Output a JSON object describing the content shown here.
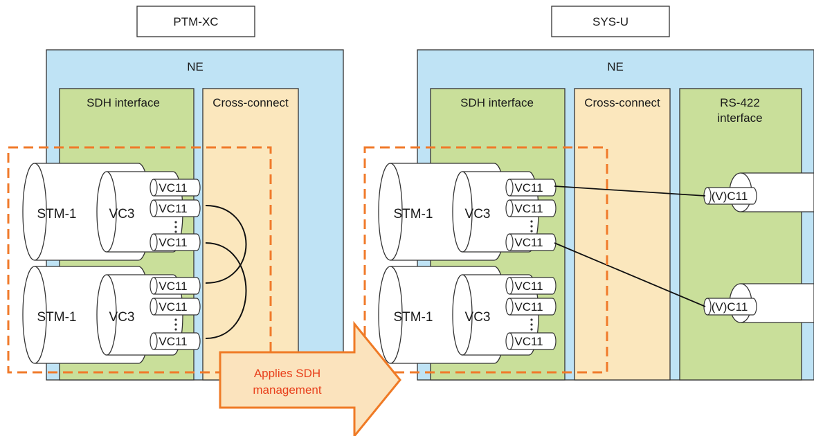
{
  "titles": {
    "left_system": "PTM-XC",
    "right_system": "SYS-U"
  },
  "left_ne": {
    "title": "NE",
    "sdh_label": "SDH interface",
    "cc_label": "Cross-connect",
    "groups": [
      {
        "stm": "STM-1",
        "vc3": "VC3",
        "vc11": [
          "VC11",
          "VC11",
          "VC11"
        ]
      },
      {
        "stm": "STM-1",
        "vc3": "VC3",
        "vc11": [
          "VC11",
          "VC11",
          "VC11"
        ]
      }
    ]
  },
  "right_ne": {
    "title": "NE",
    "sdh_label": "SDH interface",
    "cc_label": "Cross-connect",
    "rs422_label_line1": "RS-422",
    "rs422_label_line2": "interface",
    "groups": [
      {
        "stm": "STM-1",
        "vc3": "VC3",
        "vc11": [
          "VC11",
          "VC11",
          "VC11"
        ]
      },
      {
        "stm": "STM-1",
        "vc3": "VC3",
        "vc11": [
          "VC11",
          "VC11",
          "VC11"
        ]
      }
    ],
    "rs422_channels": [
      "(V)C11",
      "(V)C11"
    ]
  },
  "arrow": {
    "line1": "Applies SDH",
    "line2": "management"
  },
  "colors": {
    "ne_fill": "#bfe3f5",
    "sdh_fill": "#c9df9a",
    "cc_fill": "#fbe7bd",
    "dash_orange": "#f07a2a",
    "arrow_fill": "#fbe3bd",
    "arrow_stroke": "#ef7a25",
    "arrow_text": "#e8401c"
  }
}
